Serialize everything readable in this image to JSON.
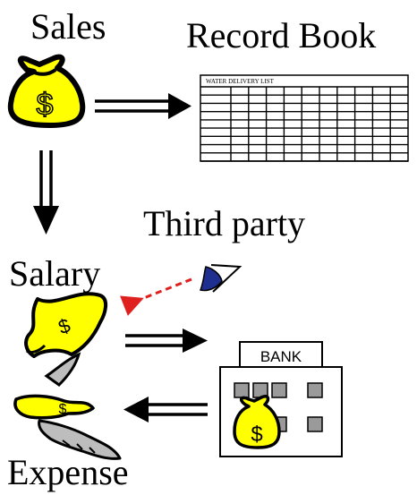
{
  "labels": {
    "sales": "Sales",
    "record_book": "Record Book",
    "third_party": "Third party",
    "salary": "Salary",
    "expense": "Expense"
  },
  "record_book_header": "WATER    DELIVERY    LIST",
  "bank_sign": "BANK",
  "currency_symbol": "$",
  "colors": {
    "money_yellow": "#ffff00",
    "outline": "#000000",
    "eye_blue": "#1f2f8f",
    "dashed_arrow": "#e0201e",
    "bank_window": "#9a9a9a",
    "hand_gray": "#bdbdbd"
  },
  "icons": [
    "money-bag-icon",
    "record-book-icon",
    "eye-icon",
    "banknote-icon",
    "bank-building-icon",
    "paying-hand-icon"
  ]
}
